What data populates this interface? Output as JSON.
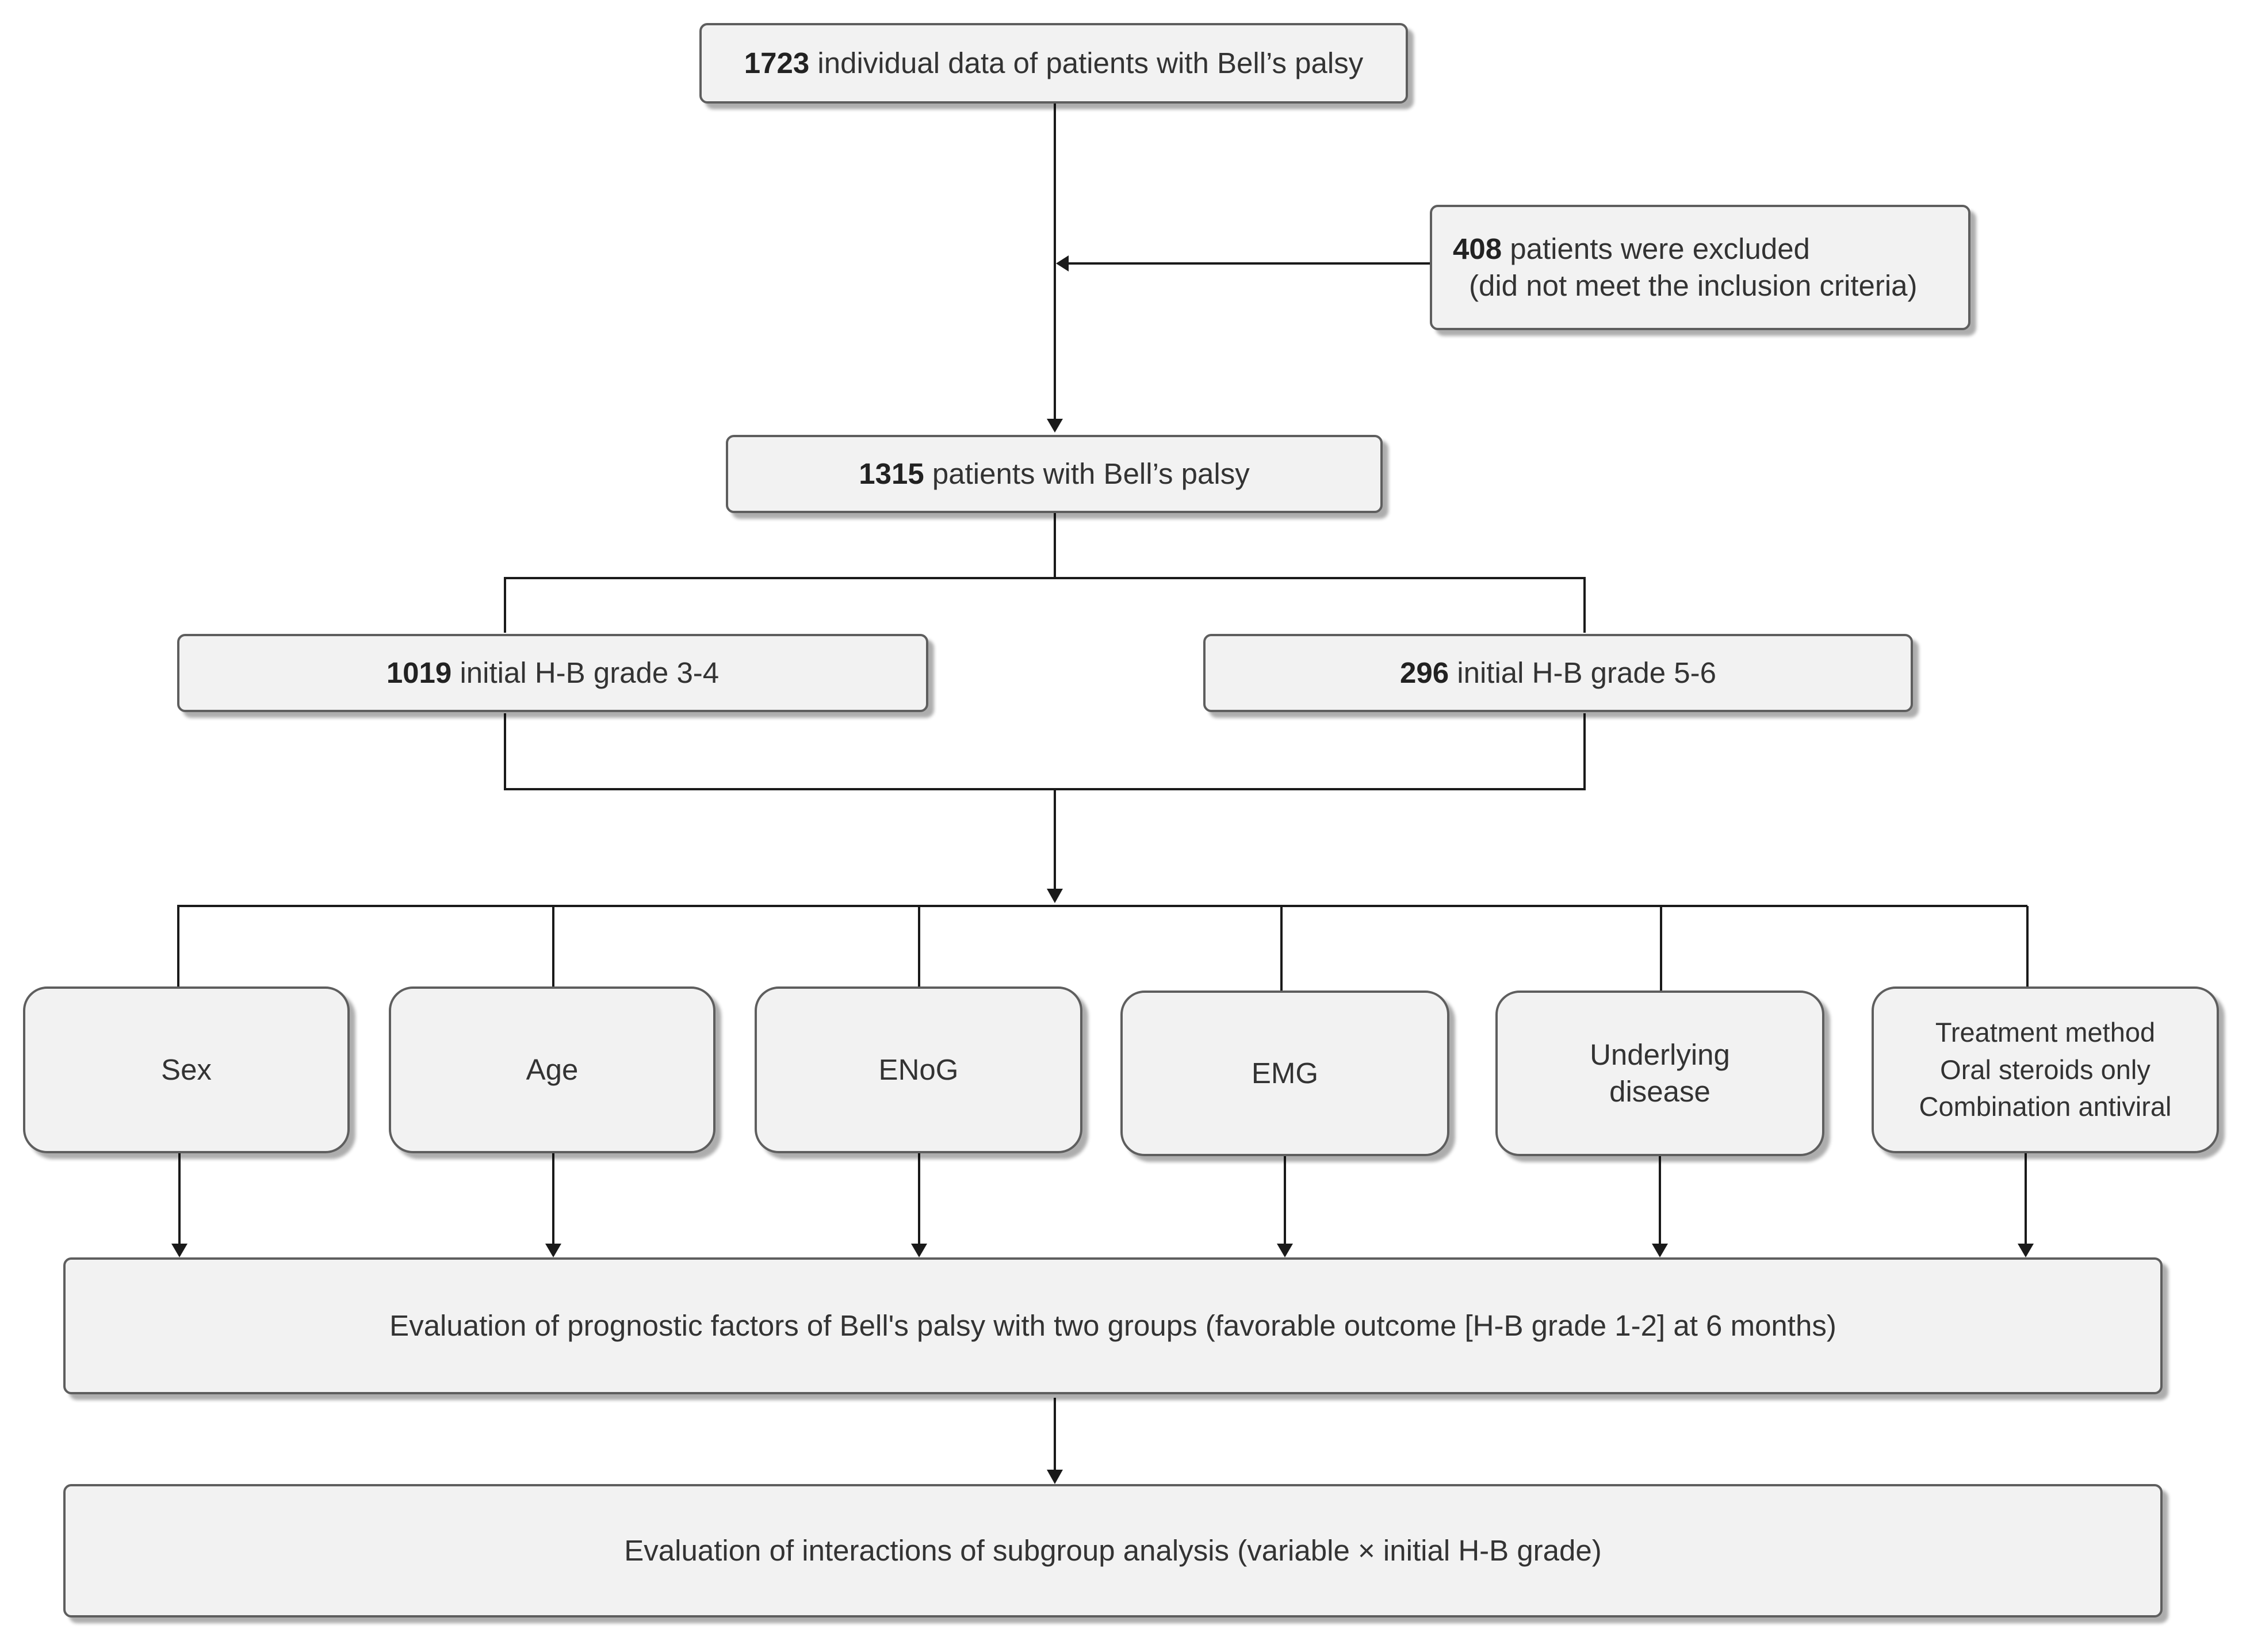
{
  "nodes": {
    "total": {
      "count": "1723",
      "text": " individual data of patients with Bell’s palsy"
    },
    "excluded": {
      "count": "408",
      "text": " patients were excluded",
      "line2": "(did not meet the inclusion criteria)"
    },
    "included": {
      "count": "1315",
      "text": " patients with Bell’s palsy"
    },
    "grade34": {
      "count": "1019",
      "text": " initial H-B grade 3-4"
    },
    "grade56": {
      "count": "296",
      "text": " initial H-B grade 5-6"
    },
    "factors": [
      {
        "id": "sex",
        "label": "Sex"
      },
      {
        "id": "age",
        "label": "Age"
      },
      {
        "id": "enog",
        "label": "ENoG"
      },
      {
        "id": "emg",
        "label": "EMG"
      },
      {
        "id": "underlying-disease",
        "label": "Underlying\ndisease"
      },
      {
        "id": "treatment-method",
        "label": "Treatment method\nOral steroids only\nCombination antiviral"
      }
    ],
    "evaluation": {
      "text": "Evaluation of prognostic factors of Bell's palsy with two groups (favorable outcome [H-B grade 1-2] at 6 months)"
    },
    "interactions": {
      "text": "Evaluation of interactions of subgroup analysis (variable × initial H-B grade)"
    }
  }
}
